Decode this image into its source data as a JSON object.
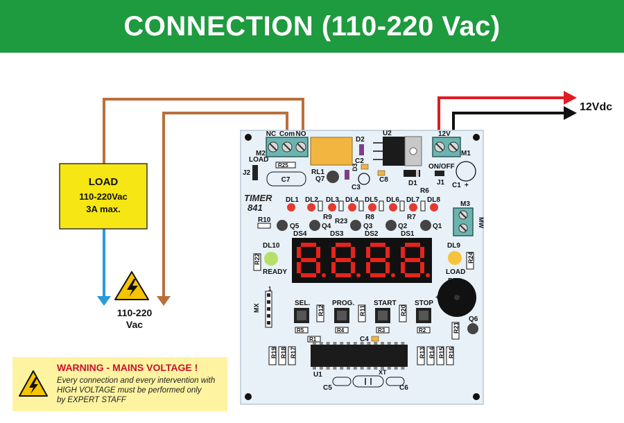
{
  "header": {
    "title": "CONNECTION (110-220 Vac)"
  },
  "load_box": {
    "title": "LOAD",
    "voltage": "110-220Vac",
    "current": "3A max."
  },
  "mains": {
    "line1": "110-220",
    "line2": "Vac"
  },
  "supply": {
    "label": "12Vdc"
  },
  "board": {
    "title_line1": "TIMER",
    "title_line2": "841",
    "relay_terminals": [
      "NC",
      "Com",
      "NO"
    ],
    "load_terminal": "M2",
    "load_terminal_label": "LOAD",
    "power_label": "12V",
    "power_terminal": "M1",
    "onoff_label": "ON/OFF",
    "components": {
      "j2": "J2",
      "r25": "R25",
      "c7": "C7",
      "rl1": "RL1",
      "q7": "Q7",
      "d2": "D2",
      "d3": "D3",
      "c2": "C2",
      "c3": "C3",
      "c8": "C8",
      "u2": "U2",
      "d1": "D1",
      "j1": "J1",
      "c1": "C1",
      "c1_pol": "+",
      "r6": "R6",
      "m3": "M3",
      "mw": "MW",
      "r9": "R9",
      "r23": "R23",
      "r8": "R8",
      "r7": "R7",
      "r10": "R10",
      "q5": "Q5",
      "q4": "Q4",
      "q3": "Q3",
      "q2": "Q2",
      "q1": "Q1",
      "r22": "R22",
      "r24": "R24",
      "bz1": "BZ1",
      "bz1_pol": "+",
      "r12": "R12",
      "r11": "R11",
      "r20": "R20",
      "r5": "R5",
      "r4": "R4",
      "r3": "R3",
      "r2": "R2",
      "r1": "R1",
      "r21": "R21",
      "q6": "Q6",
      "c4": "C4",
      "c5": "C5",
      "c6": "C6",
      "xt": "XT",
      "u1": "U1",
      "mx": "MX",
      "mx_pin": "1",
      "bottom_left_resistors": [
        "R19",
        "R18",
        "R17"
      ],
      "bottom_right_resistors": [
        "R13",
        "R14",
        "R15",
        "R16"
      ]
    },
    "leds": [
      "DL1",
      "DL2",
      "DL3",
      "DL4",
      "DL5",
      "DL6",
      "DL7",
      "DL8"
    ],
    "ready_led": "DL10",
    "ready_label": "READY",
    "load_led": "DL9",
    "load_led_label": "LOAD",
    "digits": [
      "DS4",
      "DS3",
      "DS2",
      "DS1"
    ],
    "buttons": [
      "SEL.",
      "PROG.",
      "START",
      "STOP"
    ]
  },
  "warning": {
    "title": "WARNING - MAINS VOLTAGE !",
    "line1": "Every connection and every intervention with",
    "line2": "HIGH VOLTAGE must be performed only",
    "line3": "by EXPERT STAFF"
  },
  "colors": {
    "header_bg": "#1e9a3f",
    "wire_brown": "#b96f3c",
    "wire_blue": "#2a9ad8",
    "wire_red": "#e01b22",
    "wire_black": "#111111",
    "load_box_bg": "#f5e614",
    "led_red": "#e53a2f",
    "led_green": "#b7e06a",
    "led_yellow": "#f6c33b",
    "display_red": "#e6241c",
    "warning_bg": "#fdf3a0",
    "warning_text": "#c8102e"
  },
  "icons": [
    "high-voltage-icon",
    "warning-icon",
    "arrow-icon",
    "push-button-icon",
    "seven-segment-display-icon"
  ]
}
